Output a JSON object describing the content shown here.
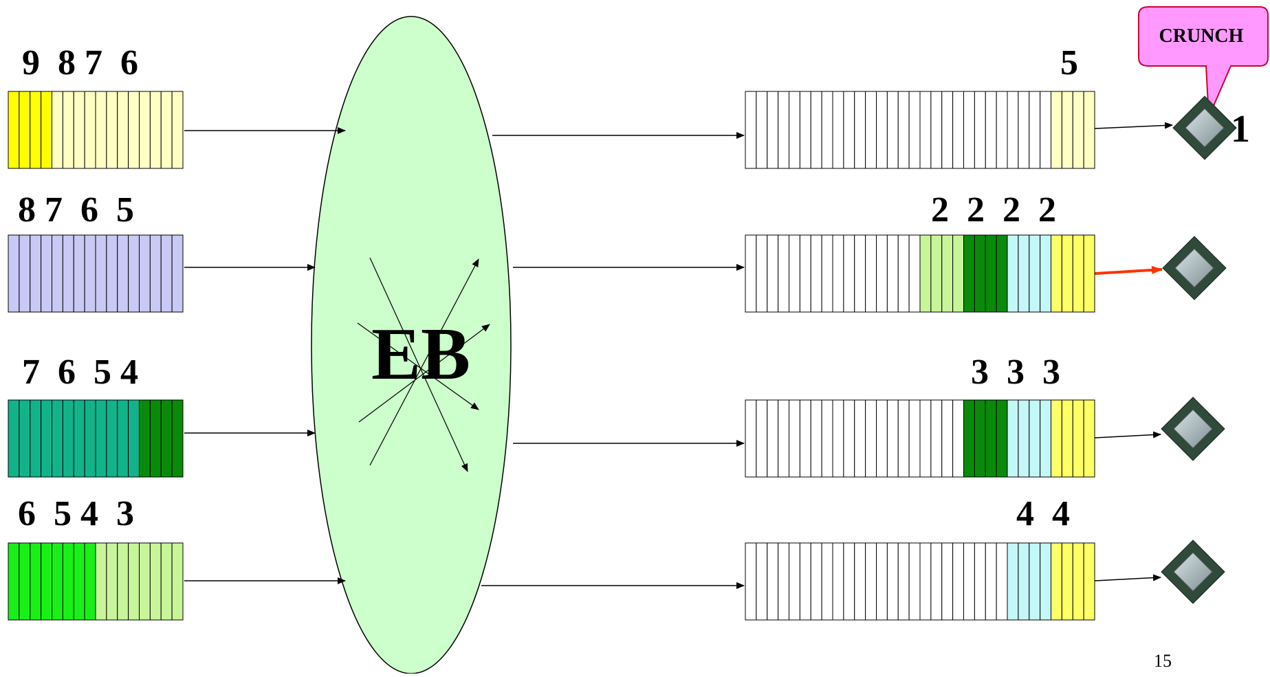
{
  "center_label": "EB",
  "callout_text": "CRUNCH",
  "processor_index": "1",
  "page_number": "15",
  "input_queues": [
    {
      "label": "9  8 7  6",
      "segments": [
        {
          "count": 4,
          "color": "#ffff00"
        },
        {
          "count": 12,
          "color": "#ffffc4"
        }
      ]
    },
    {
      "label": "8 7  6  5",
      "segments": [
        {
          "count": 16,
          "color": "#c9c9f5"
        }
      ]
    },
    {
      "label": "7  6  5 4",
      "segments": [
        {
          "count": 12,
          "color": "#12b38a"
        },
        {
          "count": 4,
          "color": "#0a8a0a"
        }
      ]
    },
    {
      "label": "6  5 4  3",
      "segments": [
        {
          "count": 8,
          "color": "#18f018"
        },
        {
          "count": 8,
          "color": "#c8f59a"
        }
      ]
    }
  ],
  "output_queues": [
    {
      "label": "5",
      "segments": [
        {
          "count": 28,
          "color": "#ffffff"
        },
        {
          "count": 4,
          "color": "#ffffc4"
        }
      ]
    },
    {
      "label": "2  2  2  2",
      "segments": [
        {
          "count": 16,
          "color": "#ffffff"
        },
        {
          "count": 4,
          "color": "#c8f59a"
        },
        {
          "count": 4,
          "color": "#0a8a0a"
        },
        {
          "count": 4,
          "color": "#c4f7f7"
        },
        {
          "count": 4,
          "color": "#ffff66"
        }
      ]
    },
    {
      "label": "3  3  3",
      "segments": [
        {
          "count": 20,
          "color": "#ffffff"
        },
        {
          "count": 4,
          "color": "#0a8a0a"
        },
        {
          "count": 4,
          "color": "#c4f7f7"
        },
        {
          "count": 4,
          "color": "#ffff66"
        }
      ]
    },
    {
      "label": "4  4",
      "segments": [
        {
          "count": 24,
          "color": "#ffffff"
        },
        {
          "count": 4,
          "color": "#c4f7f7"
        },
        {
          "count": 4,
          "color": "#ffff66"
        }
      ]
    }
  ],
  "icons": [
    "processor-chip-icon",
    "arrow-icon"
  ],
  "colors": {
    "ellipse_fill": "#ccffcc",
    "callout_fill": "#ff99ff",
    "callout_border": "#cc0033",
    "highlight_arrow": "#ff3300"
  }
}
